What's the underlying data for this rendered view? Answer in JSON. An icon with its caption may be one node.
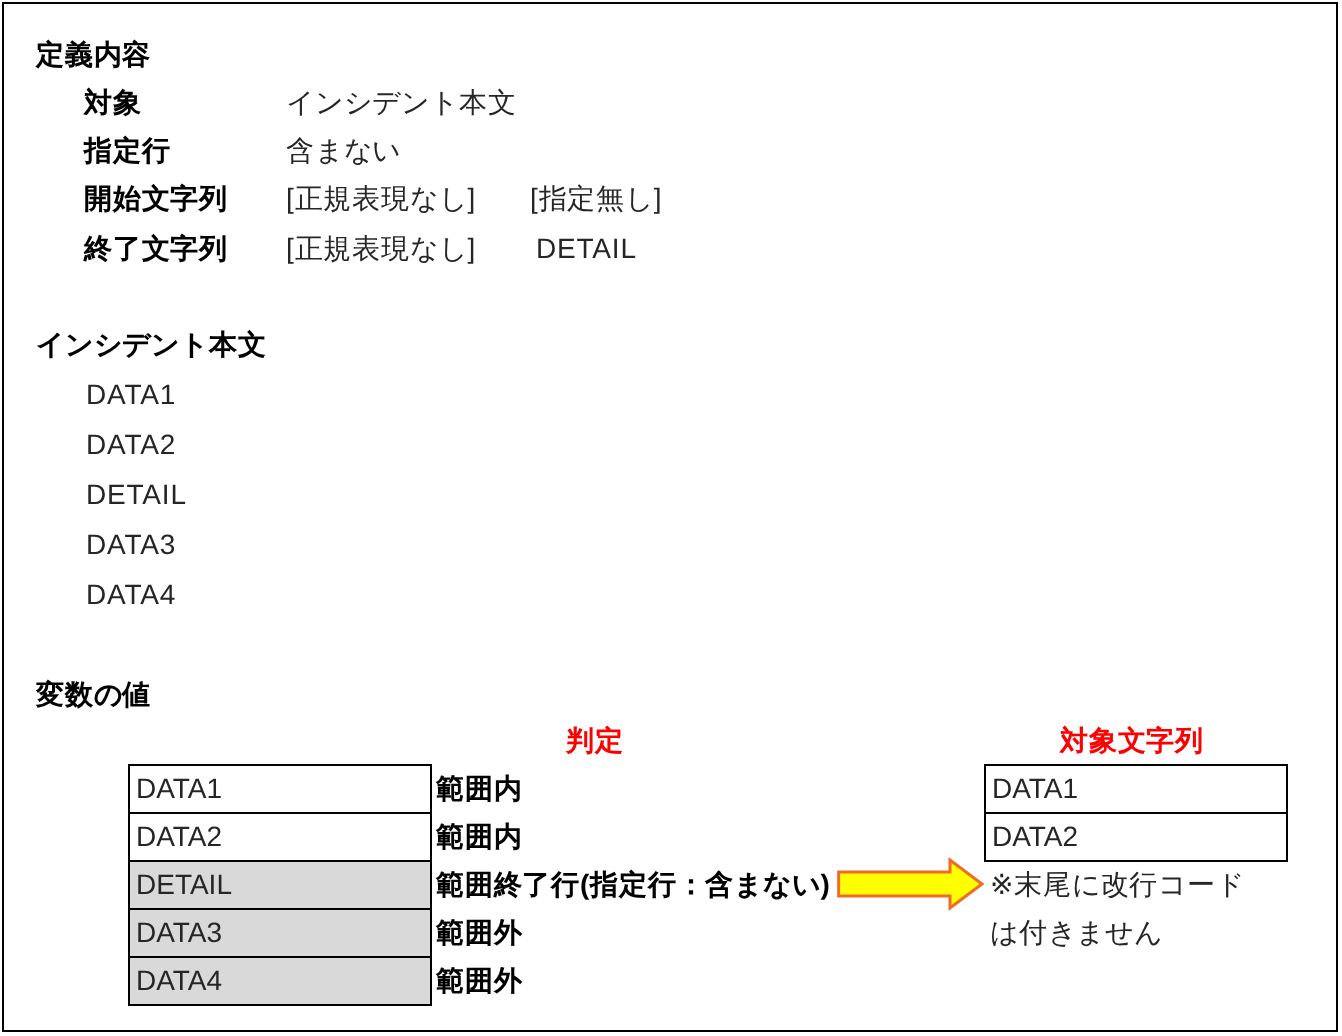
{
  "diagram": {
    "nodes": [
      {
        "text": [
          "DATA1"
        ]
      },
      {
        "text": [
          "DATA2"
        ]
      },
      {
        "text": [
          "DETAIL"
        ]
      },
      {
        "text": [
          "DATA3"
        ]
      },
      {
        "text": [
          "DATA4"
        ]
      },
      {
        "text": [
          "範囲終了行(指定行：含まない)"
        ]
      },
      {
        "text": [
          "DATA1"
        ]
      },
      {
        "text": [
          "DATA2"
        ]
      },
      {
        "text": [
          "※末尾に改行コードは付きません"
        ]
      }
    ],
    "edges": [
      {
        "from": 5,
        "to": 8,
        "arrow": "to"
      }
    ],
    "labels": [
      "定義内容",
      "対象",
      "インシデント本文",
      "指定行",
      "含まない",
      "開始文字列",
      "[正規表現なし]",
      "[指定無し]",
      "終了文字列",
      "[正規表現なし]",
      "DETAIL",
      "インシデント本文",
      "DATA1",
      "DATA2",
      "DETAIL",
      "DATA3",
      "DATA4",
      "変数の値",
      "判定",
      "対象文字列",
      "範囲内",
      "範囲内",
      "範囲外",
      "範囲外"
    ]
  }
}
